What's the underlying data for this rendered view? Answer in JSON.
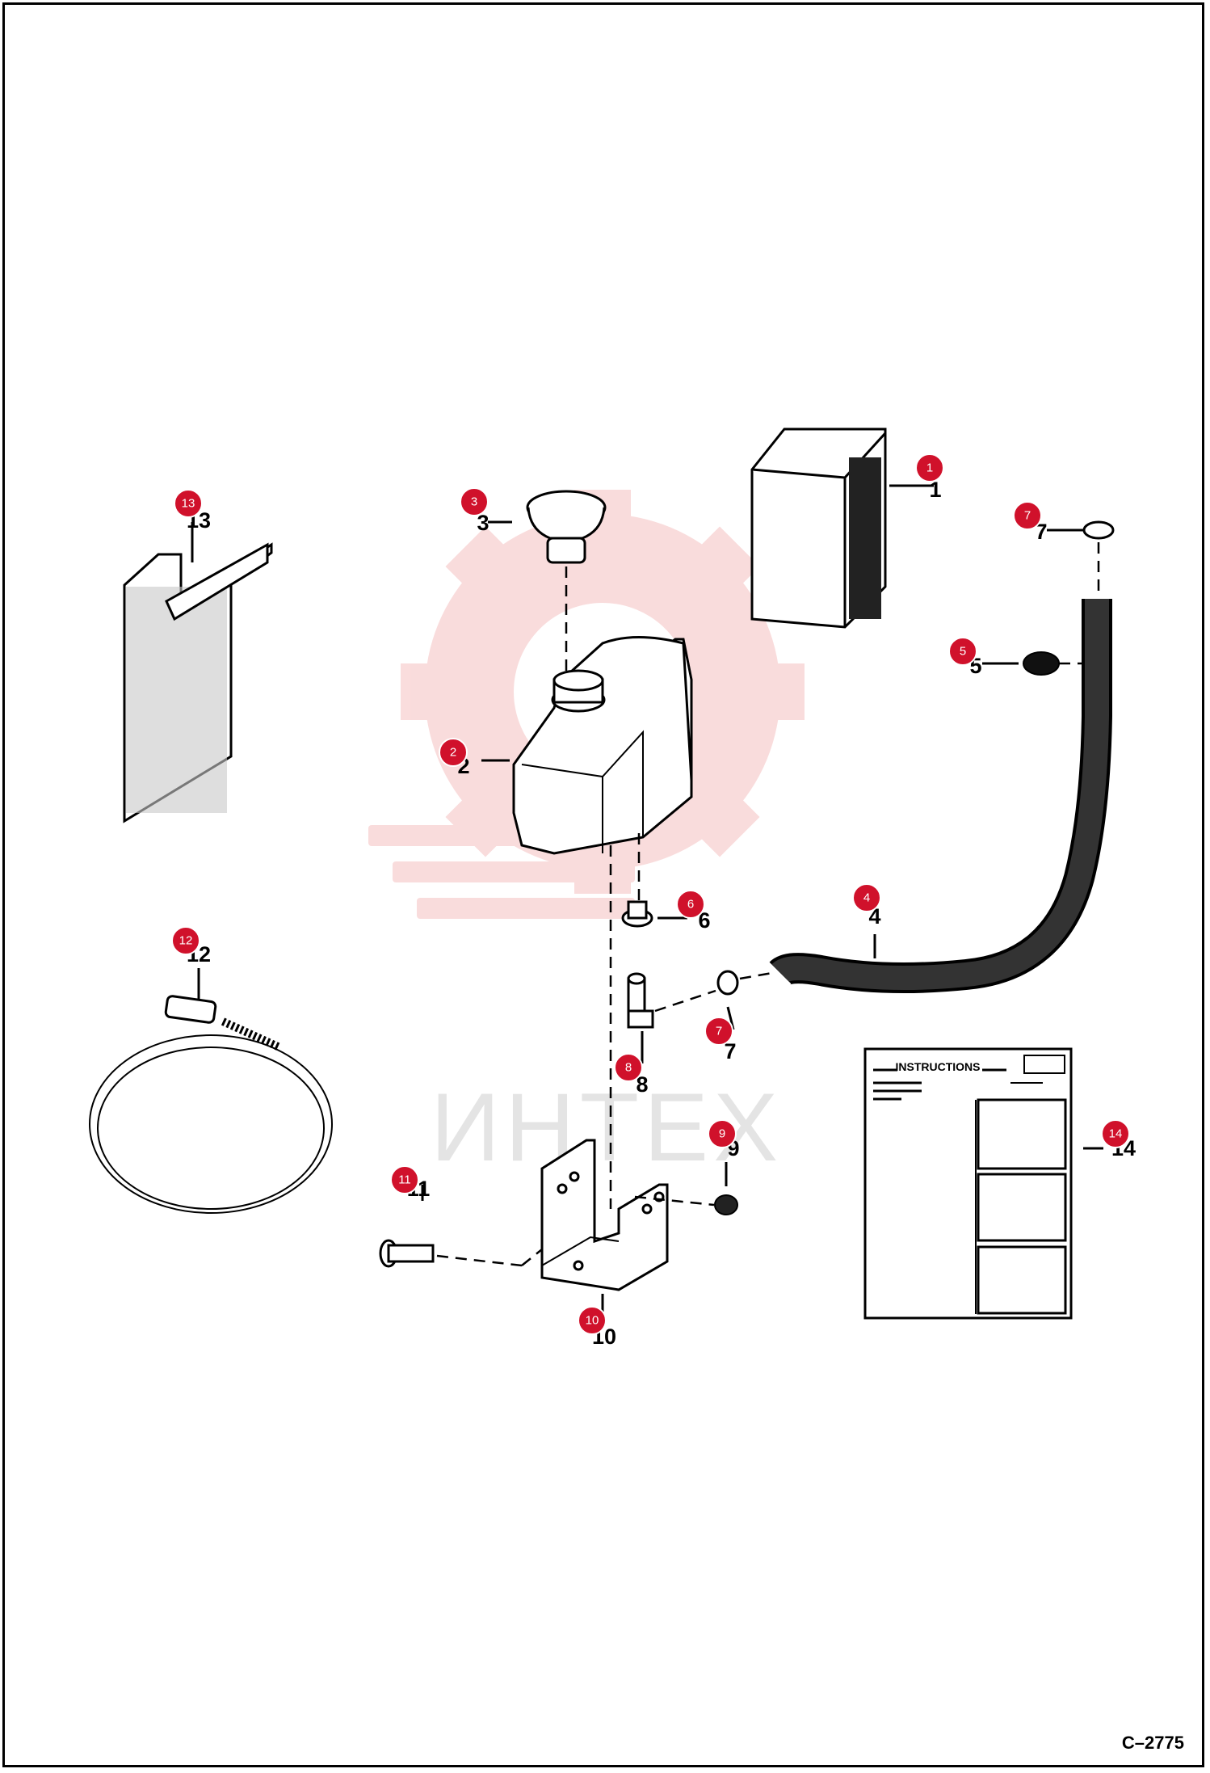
{
  "diagram": {
    "reference_code": "C–2775",
    "watermark_text": "ИНТЕХ",
    "instruction_sheet_title": "INSTRUCTIONS",
    "callouts": [
      {
        "id": "1",
        "label": "1"
      },
      {
        "id": "2",
        "label": "2"
      },
      {
        "id": "3",
        "label": "3"
      },
      {
        "id": "4",
        "label": "4"
      },
      {
        "id": "5",
        "label": "5"
      },
      {
        "id": "6",
        "label": "6"
      },
      {
        "id": "7a",
        "label": "7"
      },
      {
        "id": "7b",
        "label": "7"
      },
      {
        "id": "8",
        "label": "8"
      },
      {
        "id": "9",
        "label": "9"
      },
      {
        "id": "10",
        "label": "10"
      },
      {
        "id": "11",
        "label": "11"
      },
      {
        "id": "12",
        "label": "12"
      },
      {
        "id": "13",
        "label": "13"
      },
      {
        "id": "14",
        "label": "14"
      }
    ]
  },
  "colors": {
    "badge": "#d0112b",
    "watermark_gear": "#f3b3b3"
  }
}
